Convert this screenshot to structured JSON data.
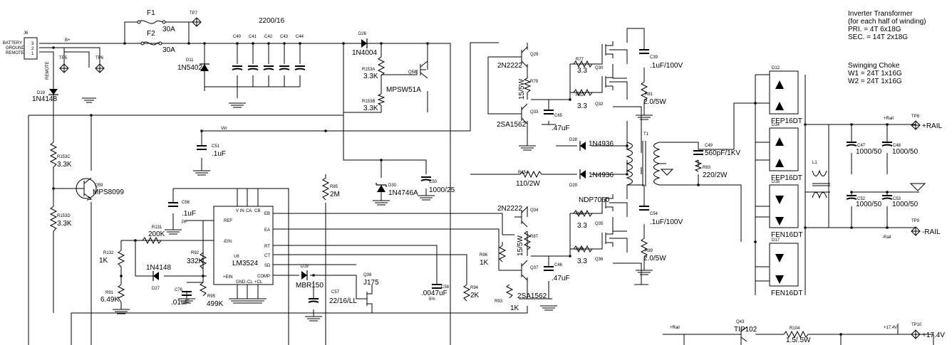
{
  "notes": {
    "inverter": [
      "Inverter Transformer",
      "(for each half of winding)",
      "PRI. = 4T 6x18G",
      "SEC. = 14T 2x18G"
    ],
    "choke": [
      "Swinging Choke",
      "W1 = 24T 1x16G",
      "W2 = 24T 1x16G"
    ]
  },
  "connector": {
    "ref": "J6",
    "pins": [
      "BATTERY",
      "GROUND",
      "REMOTE"
    ],
    "pin_numbers": [
      "3",
      "2",
      "1"
    ],
    "bplus": "B+",
    "remote": "REMOTE"
  },
  "fuses": [
    {
      "ref": "F1",
      "value": "30A"
    },
    {
      "ref": "F2",
      "value": "30A"
    }
  ],
  "testpoints": {
    "tp5": "TP5",
    "tp6": "TP6",
    "tp7": "TP7",
    "tp8": "TP8",
    "tp9": "TP9",
    "tp10": "TP10"
  },
  "rails": {
    "plus": "+RAIL",
    "minus": "-RAIL",
    "v174": "+17.4V",
    "small_plus": "+Rail",
    "small_minus": "-Rail",
    "small_plus2": "+Rail",
    "small_174": "+17.4V"
  },
  "bulk_caps": {
    "value": "2200/16",
    "refs": [
      "C40",
      "C41",
      "C42",
      "C43",
      "C44"
    ]
  },
  "parts": {
    "d11": {
      "ref": "D11",
      "value": "1N5402"
    },
    "d19": {
      "ref": "D19",
      "value": "1N4148"
    },
    "d26": {
      "ref": "D26",
      "value": "1N4004"
    },
    "r153a": {
      "ref": "R153A",
      "value": "3.3K"
    },
    "r153b": {
      "ref": "R153B",
      "value": "3.3K"
    },
    "q58": {
      "ref": "Q58",
      "value": "MPSW51A"
    },
    "r153c": {
      "ref": "R153C",
      "value": "3.3K"
    },
    "r153d": {
      "ref": "R153D",
      "value": "3.3K"
    },
    "q59": {
      "ref": "Q59",
      "value": "MPS8099"
    },
    "vin": "Vin",
    "c51": {
      "ref": "C51",
      "value": ".1uF"
    },
    "d30": {
      "ref": "D30",
      "value": "1N4746A"
    },
    "c50": {
      "ref": "C50",
      "value": "1000/25"
    },
    "r85": {
      "ref": "R85",
      "value": "2M"
    },
    "c56": {
      "ref": "C56",
      "value": ".1uF",
      "extra": "PF"
    },
    "r131": {
      "ref": "R131",
      "value": "200K"
    },
    "r132": {
      "ref": "R132",
      "value": "1K"
    },
    "d27": {
      "ref": "D27",
      "value": "1N4148"
    },
    "r91": {
      "ref": "R91",
      "value": "6.49K"
    },
    "r92": {
      "ref": "R92",
      "value": "332K"
    },
    "c76": {
      "ref": "C76",
      "value": ".01uF"
    },
    "r95": {
      "ref": "R95",
      "value": "499K"
    },
    "u8": {
      "ref": "U8",
      "value": "LM3524",
      "pins": [
        "REF",
        "V IN",
        "CA",
        "CB",
        "EB",
        "EA",
        "RT",
        "CT",
        "SD",
        "COMP",
        "-EIN",
        "+EIN",
        "GND",
        "-CL",
        "+CL"
      ]
    },
    "d18": {
      "ref": "D18",
      "value": "MBR150"
    },
    "c57": {
      "ref": "C57",
      "value": "22/16/LL"
    },
    "q38": {
      "ref": "Q38",
      "value": "J175"
    },
    "c58": {
      "ref": "C58",
      "value": ".0047uF",
      "extra": "5%"
    },
    "r94": {
      "ref": "R94",
      "value": "2K"
    },
    "r96": {
      "ref": "R96",
      "value": "1K"
    },
    "r93": {
      "ref": "R93",
      "value": "1K"
    },
    "q29": {
      "ref": "Q29",
      "value": "2N2222"
    },
    "r79": {
      "ref": "R79",
      "value": "15/5W"
    },
    "q33": {
      "ref": "Q33",
      "value": "2SA1562"
    },
    "c65": {
      "ref": "C65",
      "value": ".47uF"
    },
    "r77": {
      "ref": "R77",
      "value": "3.3"
    },
    "r82": {
      "ref": "R82",
      "value": "3.3"
    },
    "q30": {
      "ref": "Q30"
    },
    "q32": {
      "ref": "Q32"
    },
    "c39": {
      "ref": "C39",
      "value": ".1uF/100V"
    },
    "r81": {
      "ref": "R81",
      "value": "2.0/5W"
    },
    "d28": {
      "ref": "D28",
      "value": "1N4936"
    },
    "d29": {
      "ref": "D29",
      "value": "1N4936"
    },
    "r154": {
      "ref": "R154",
      "value": "110/2W"
    },
    "t1": {
      "ref": "T1"
    },
    "c49": {
      "ref": "C49",
      "value": "560pF/1KV"
    },
    "r83": {
      "ref": "R83",
      "value": "220/2W"
    },
    "q34": {
      "ref": "Q34",
      "value": "2N2222"
    },
    "r87": {
      "ref": "R87",
      "value": "15/5W"
    },
    "q37": {
      "ref": "Q37",
      "value": "2SA1562"
    },
    "c46": {
      "ref": "C46",
      "value": ".47uF"
    },
    "r86": {
      "ref": "R86",
      "value": "3.3"
    },
    "r88": {
      "ref": "R88",
      "value": "3.3"
    },
    "q35": {
      "ref": "Q35"
    },
    "q36": {
      "ref": "Q36"
    },
    "ndp": "NDP7060",
    "c54": {
      "ref": "C54",
      "value": ".1uF/100V"
    },
    "r89": {
      "ref": "R89",
      "value": "2.0/5W"
    },
    "d12": {
      "ref": "D12",
      "value": "FEP16DT"
    },
    "d14": {
      "ref": "D14",
      "value": "FEP16DT"
    },
    "d16": {
      "ref": "D16",
      "value": "FEN16DT"
    },
    "d17": {
      "ref": "D17",
      "value": "FEN16DT"
    },
    "l1": {
      "ref": "L1"
    },
    "c47": {
      "ref": "C47",
      "value": "1000/50"
    },
    "c48": {
      "ref": "C48",
      "value": "1000/50"
    },
    "c52": {
      "ref": "C52",
      "value": "1000/50"
    },
    "c53": {
      "ref": "C53",
      "value": "1000/50"
    },
    "q43": {
      "ref": "Q43",
      "value": "TIP102"
    },
    "r104": {
      "ref": "R104",
      "value": "1.5/.5W"
    }
  }
}
